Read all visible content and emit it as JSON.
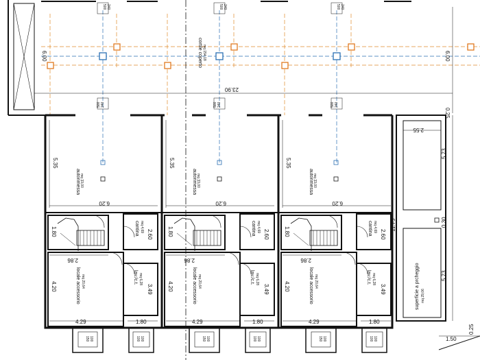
{
  "top": {
    "dim_6_00_left": "6.00",
    "dim_6_00_right": "6.00",
    "dim_23_90": "23.90",
    "dim_0_25": "0.25",
    "covered_yard_name": "cortile coperto",
    "covered_yard_area": "mq 154,18",
    "col_top": "500",
    "col_bottom": "240"
  },
  "units": [
    {
      "garage_name": "autorimessa",
      "garage_area": "mq 33,00",
      "dim_5_35": "5.35",
      "dim_6_20": "6.20",
      "stair_dim": "1.80",
      "cellar_name": "cantina",
      "cellar_area": "mq 4,69",
      "dim_2_60": "2.60",
      "dim_2_86": "2.86",
      "acc_name": "locale accessorio",
      "acc_area": "mq 20,64",
      "dim_4_20": "4.20",
      "laundry_name": "lav./c.t.",
      "laundry_area": "mq 6,28",
      "dim_3_49": "3.49",
      "dim_4_29": "4.29",
      "dim_1_80": "1.80",
      "win_a": "150",
      "win_b": "100"
    },
    {
      "garage_name": "autorimessa",
      "garage_area": "mq 33,00",
      "dim_5_35": "5.35",
      "dim_6_20": "6.20",
      "stair_dim": "1.80",
      "cellar_name": "cantina",
      "cellar_area": "mq 4,69",
      "dim_2_60": "2.60",
      "dim_2_86": "2.86",
      "acc_name": "locale accessorio",
      "acc_area": "mq 20,64",
      "dim_4_20": "4.20",
      "laundry_name": "lav./c.t.",
      "laundry_area": "mq 6,28",
      "dim_3_49": "3.49",
      "dim_4_29": "4.29",
      "dim_1_80": "1.80",
      "win_a": "150",
      "win_b": "100"
    },
    {
      "garage_name": "autorimessa",
      "garage_area": "mq 33,00",
      "dim_5_35": "5.35",
      "dim_6_20": "6.20",
      "stair_dim": "1.80",
      "cellar_name": "cantina",
      "cellar_area": "mq 4,69",
      "dim_2_60": "2.60",
      "dim_2_86": "2.86",
      "acc_name": "locale accessorio",
      "acc_area": "mq 20,64",
      "dim_4_20": "4.20",
      "laundry_name": "lav./c.t.",
      "laundry_area": "mq 6,28",
      "dim_3_49": "3.49",
      "dim_4_29": "4.29",
      "dim_1_80": "1.80",
      "win_a": "150",
      "win_b": "100"
    }
  ],
  "right": {
    "dim_2_55": "2.55",
    "dim_5_73_top": "5.73",
    "dim_11_75": "11.75",
    "dim_0_30": "0.30",
    "dim_5_73_bot": "5.73",
    "dim_0_25": "0.25",
    "dim_0_25_bot": "0.25",
    "dim_1_50": "1.50",
    "parking_name": "superficie a prcheggio",
    "parking_area": "mq 29,06"
  },
  "colors": {
    "wall": "#111111",
    "axis_blue": "#2a6fb3",
    "axis_orange": "#e08a2c",
    "marker_blue": "#2a6fb3",
    "marker_orange": "#e07a1f"
  }
}
